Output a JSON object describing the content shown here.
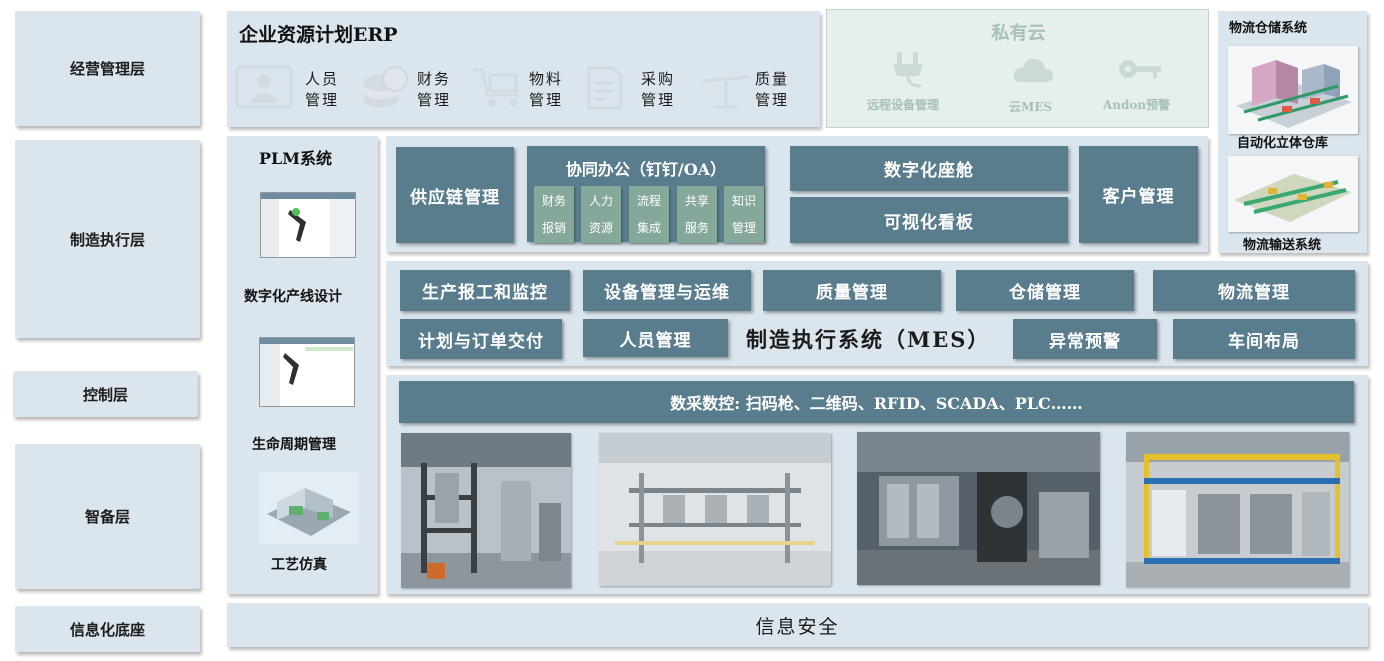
{
  "layers": {
    "business": "经营管理层",
    "execution": "制造执行层",
    "control": "控制层",
    "equipment": "智备层",
    "foundation": "信息化底座"
  },
  "erp": {
    "title": "企业资源计划ERP",
    "modules": [
      {
        "icon": "user-icon",
        "line1": "人员",
        "line2": "管理"
      },
      {
        "icon": "coins-icon",
        "line1": "财务",
        "line2": "管理"
      },
      {
        "icon": "cart-icon",
        "line1": "物料",
        "line2": "管理"
      },
      {
        "icon": "document-icon",
        "line1": "采购",
        "line2": "管理"
      },
      {
        "icon": "scale-icon",
        "line1": "质量",
        "line2": "管理"
      }
    ]
  },
  "private_cloud": {
    "title": "私有云",
    "items": [
      {
        "icon": "plug-icon",
        "label": "远程设备管理"
      },
      {
        "icon": "cloud-icon",
        "label": "云MES"
      },
      {
        "icon": "key-icon",
        "label": "Andon预警"
      }
    ]
  },
  "logistics": {
    "title": "物流仓储系统",
    "img1_label": "自动化立体仓库",
    "img2_label": "物流输送系统"
  },
  "plm": {
    "title": "PLM系统",
    "labels": [
      "数字化产线设计",
      "生命周期管理",
      "工艺仿真"
    ]
  },
  "office": {
    "supply_chain": "供应链管理",
    "collab_title": "协同办公（钉钉/OA）",
    "collab_items": [
      {
        "line1": "财务",
        "line2": "报销"
      },
      {
        "line1": "人力",
        "line2": "资源"
      },
      {
        "line1": "流程",
        "line2": "集成"
      },
      {
        "line1": "共享",
        "line2": "服务"
      },
      {
        "line1": "知识",
        "line2": "管理"
      }
    ],
    "cockpit": "数字化座舱",
    "dashboard": "可视化看板",
    "customer": "客户管理"
  },
  "mes": {
    "title": "制造执行系统（MES）",
    "row1": [
      "生产报工和监控",
      "设备管理与运维",
      "质量管理",
      "仓储管理",
      "物流管理"
    ],
    "row2_left": [
      "计划与订单交付",
      "人员管理"
    ],
    "row2_right": [
      "异常预警",
      "车间布局"
    ]
  },
  "control": {
    "banner": "数采数控: 扫码枪、二维码、RFID、SCADA、PLC……"
  },
  "foundation": {
    "label": "信息安全"
  },
  "colors": {
    "layer_bg": "#dbe5ed",
    "dark_box": "#5a7d8d",
    "green_box": "#86a89b"
  }
}
